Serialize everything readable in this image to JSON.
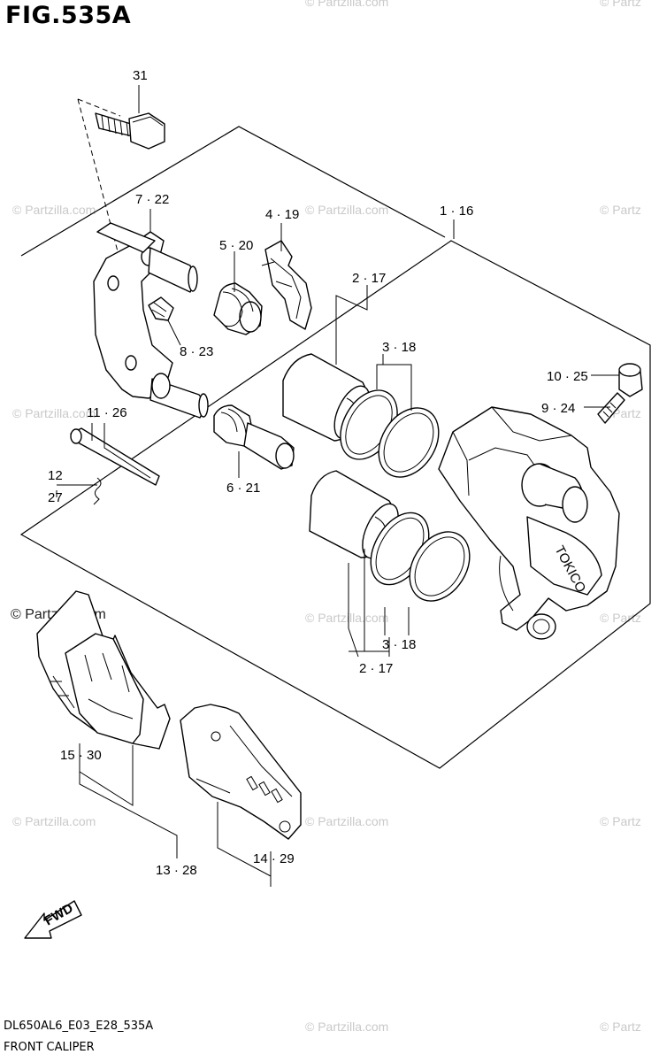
{
  "figure_title": "FIG.535A",
  "watermarks": {
    "text": "© Partzilla.com",
    "cut_text": "© Partz",
    "dark_text": "© Partzilla.com"
  },
  "callouts": {
    "c31": "31",
    "c7_22": "7 · 22",
    "c4_19": "4 · 19",
    "c1_16": "1 · 16",
    "c5_20": "5 · 20",
    "c2_17_top": "2 · 17",
    "c3_18_top": "3 · 18",
    "c8_23": "8 · 23",
    "c10_25": "10 · 25",
    "c9_24": "9 · 24",
    "c11_26": "11 · 26",
    "c12": "12",
    "c27": "27",
    "c6_21": "6 · 21",
    "c3_18_bot": "3 · 18",
    "c2_17_bot": "2 · 17",
    "c15_30": "15 · 30",
    "c14_29": "14 · 29",
    "c13_28": "13 · 28"
  },
  "fwd_label": "FWD",
  "caliper_brand": "TOKICO",
  "footer": {
    "model_code": "DL650AL6_E03_E28_535A",
    "caption": "FRONT CALIPER"
  }
}
